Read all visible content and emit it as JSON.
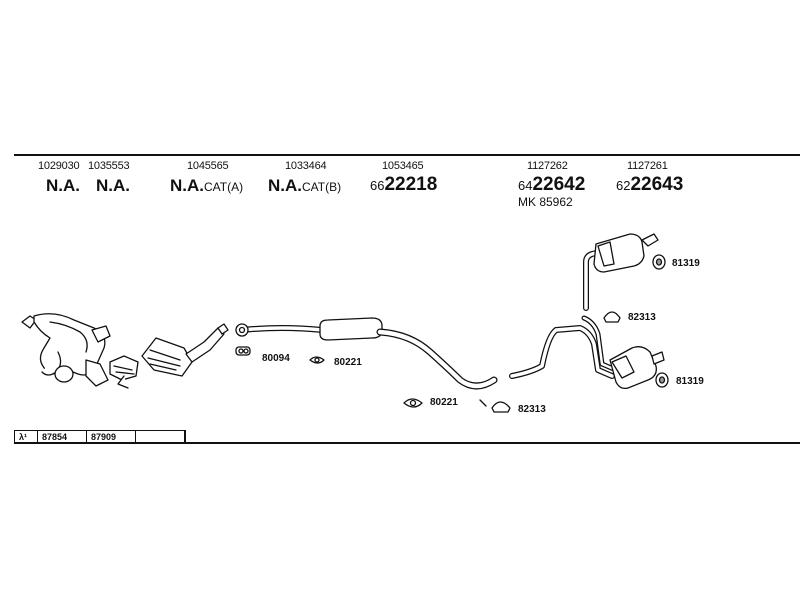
{
  "header_parts": [
    {
      "number": "1029030",
      "label_main": "N.A.",
      "label_suffix": ""
    },
    {
      "number": "1035553",
      "label_main": "N.A.",
      "label_suffix": ""
    },
    {
      "number": "1045565",
      "label_main": "N.A.",
      "label_suffix": "CAT(A)"
    },
    {
      "number": "1033464",
      "label_main": "N.A.",
      "label_suffix": "CAT(B)"
    },
    {
      "number": "1053465",
      "label_prefix": "66",
      "label_main": "22218"
    },
    {
      "number": "1127262",
      "label_prefix": "64",
      "label_main": "22642",
      "extra": "MK 85962"
    },
    {
      "number": "1127261",
      "label_prefix": "62",
      "label_main": "22643"
    }
  ],
  "callouts": {
    "gasket_1": "80094",
    "gasket_2": "80221",
    "gasket_3": "80221",
    "clamp_1": "82313",
    "clamp_2": "82313",
    "hanger_1": "81319",
    "hanger_2": "81319"
  },
  "sensor_table": {
    "symbol": "λ¹",
    "values": [
      "87854",
      "87909"
    ]
  },
  "colors": {
    "line": "#111111",
    "part_fill": "#ffffff",
    "shade": "#9a9a9a"
  }
}
